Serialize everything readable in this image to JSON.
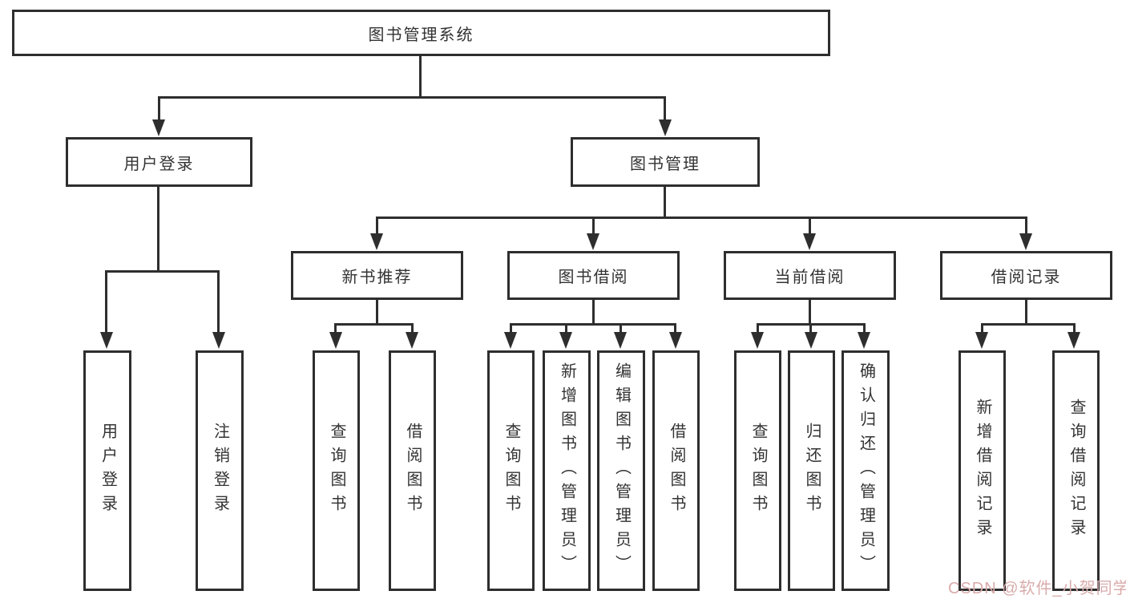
{
  "diagram_type": "hierarchy-tree",
  "tree": {
    "label": "图书管理系统",
    "children": [
      {
        "label": "用户登录",
        "children": [
          {
            "label": "用户登录"
          },
          {
            "label": "注销登录"
          }
        ]
      },
      {
        "label": "图书管理",
        "children": [
          {
            "label": "新书推荐",
            "children": [
              {
                "label": "查询图书"
              },
              {
                "label": "借阅图书"
              }
            ]
          },
          {
            "label": "图书借阅",
            "children": [
              {
                "label": "查询图书"
              },
              {
                "label": "新增图书（管理员）"
              },
              {
                "label": "编辑图书（管理员）"
              },
              {
                "label": "借阅图书"
              }
            ]
          },
          {
            "label": "当前借阅",
            "children": [
              {
                "label": "查询图书"
              },
              {
                "label": "归还图书"
              },
              {
                "label": "确认归还（管理员）"
              }
            ]
          },
          {
            "label": "借阅记录",
            "children": [
              {
                "label": "新增借阅记录"
              },
              {
                "label": "查询借阅记录"
              }
            ]
          }
        ]
      }
    ]
  },
  "watermark": {
    "text": "CSDN @软件_小贺同学"
  },
  "colors": {
    "line": "#2e2e2e",
    "box_background": "#ffffff",
    "text": "#333333",
    "watermark": "#d9abab",
    "background": "#ffffff"
  }
}
